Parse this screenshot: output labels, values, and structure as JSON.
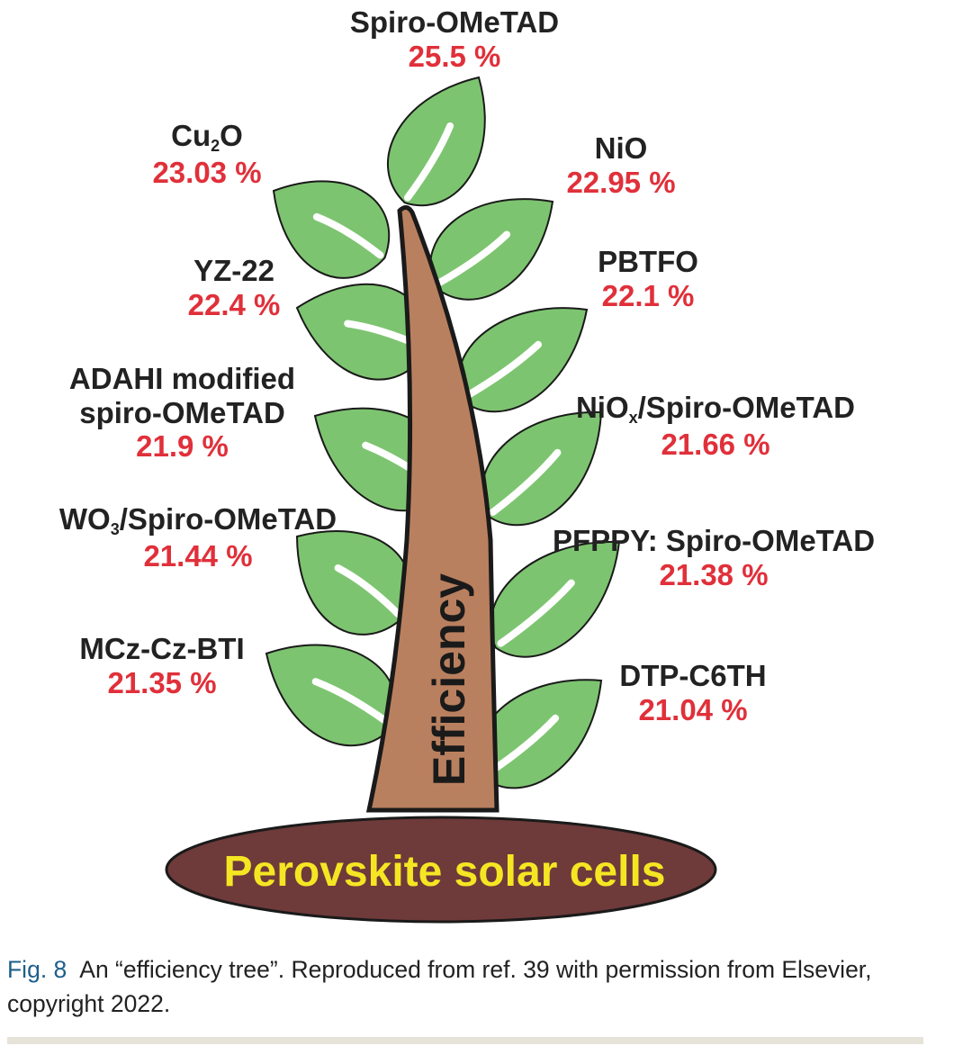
{
  "tree": {
    "trunk_label": "Efficiency",
    "base_label": "Perovskite solar cells",
    "colors": {
      "leaf": "#7dc470",
      "leaf_outline": "#1a1a1a",
      "vein": "#ffffff",
      "trunk": "#b9805f",
      "base": "#6e3a3a",
      "base_text": "#f5e623",
      "value_text": "#e0303a",
      "name_text": "#222222"
    },
    "materials": [
      {
        "name": "Spiro-OMeTAD",
        "sub": "",
        "name_tail": "",
        "efficiency": "25.5 %"
      },
      {
        "name": "Cu",
        "sub": "2",
        "name_tail": "O",
        "efficiency": "23.03 %"
      },
      {
        "name": "NiO",
        "sub": "",
        "name_tail": "",
        "efficiency": "22.95 %"
      },
      {
        "name": "YZ-22",
        "sub": "",
        "name_tail": "",
        "efficiency": "22.4 %"
      },
      {
        "name": "PBTFO",
        "sub": "",
        "name_tail": "",
        "efficiency": "22.1 %"
      },
      {
        "name": "ADAHI modified",
        "name_line2": "spiro-OMeTAD",
        "sub": "",
        "name_tail": "",
        "efficiency": "21.9 %"
      },
      {
        "name": "NiO",
        "sub": "x",
        "name_tail": "/Spiro-OMeTAD",
        "efficiency": "21.66 %"
      },
      {
        "name": "WO",
        "sub": "3",
        "name_tail": "/Spiro-OMeTAD",
        "efficiency": "21.44 %"
      },
      {
        "name": "PFPPY: Spiro-OMeTAD",
        "sub": "",
        "name_tail": "",
        "efficiency": "21.38 %"
      },
      {
        "name": "MCz-Cz-BTI",
        "sub": "",
        "name_tail": "",
        "efficiency": "21.35 %"
      },
      {
        "name": "DTP-C6TH",
        "sub": "",
        "name_tail": "",
        "efficiency": "21.04 %"
      }
    ]
  },
  "caption": {
    "fig_label": "Fig. 8",
    "text": "An “efficiency tree”. Reproduced from ref. 39 with permission from Elsevier, copyright 2022."
  }
}
